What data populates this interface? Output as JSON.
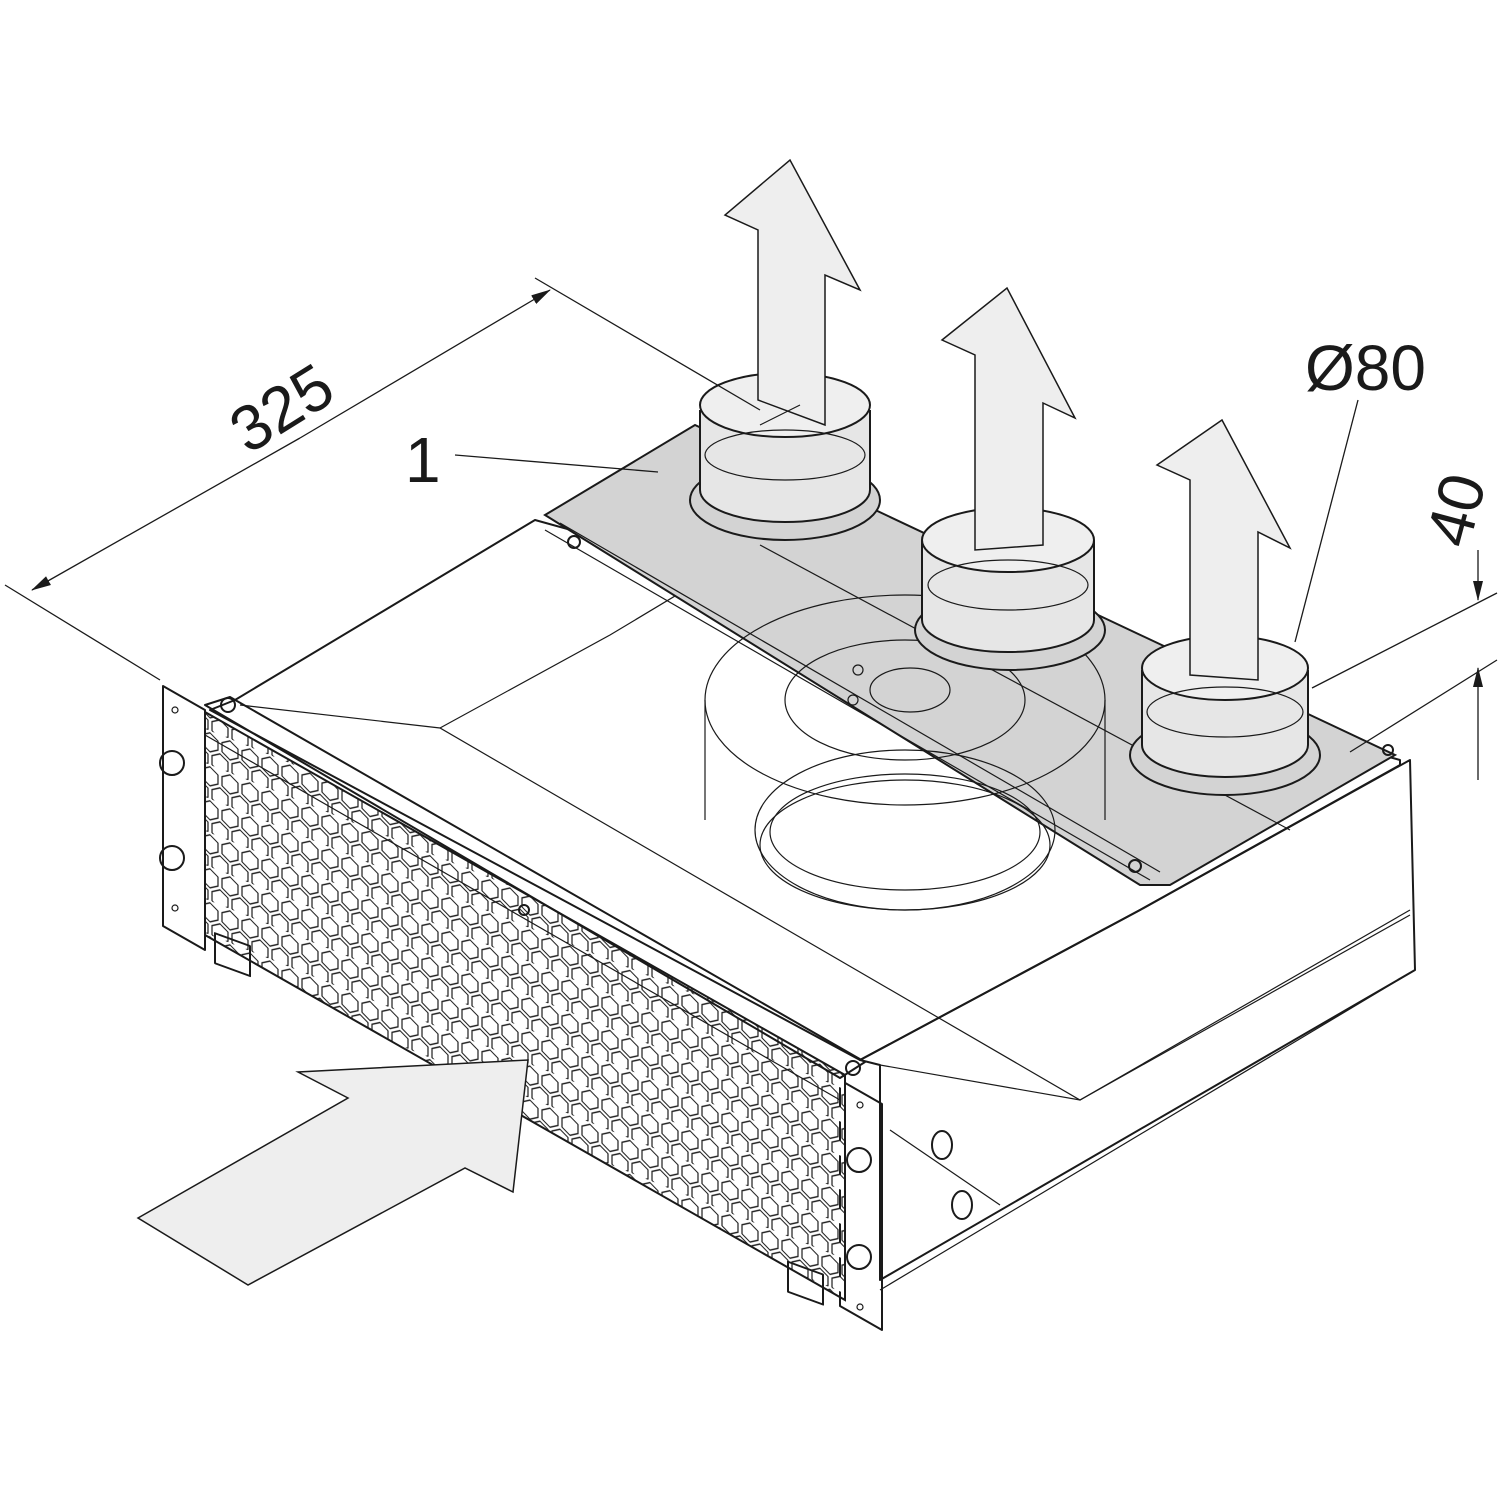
{
  "drawing": {
    "dimension_depth": "325",
    "dimension_diameter": "Ø80",
    "dimension_height": "40",
    "callout_label": "1"
  },
  "colors": {
    "line": "#1a1a1a",
    "arrow_fill": "#eeeeee",
    "highlight_panel": "#d3d3d3",
    "background": "#ffffff"
  }
}
